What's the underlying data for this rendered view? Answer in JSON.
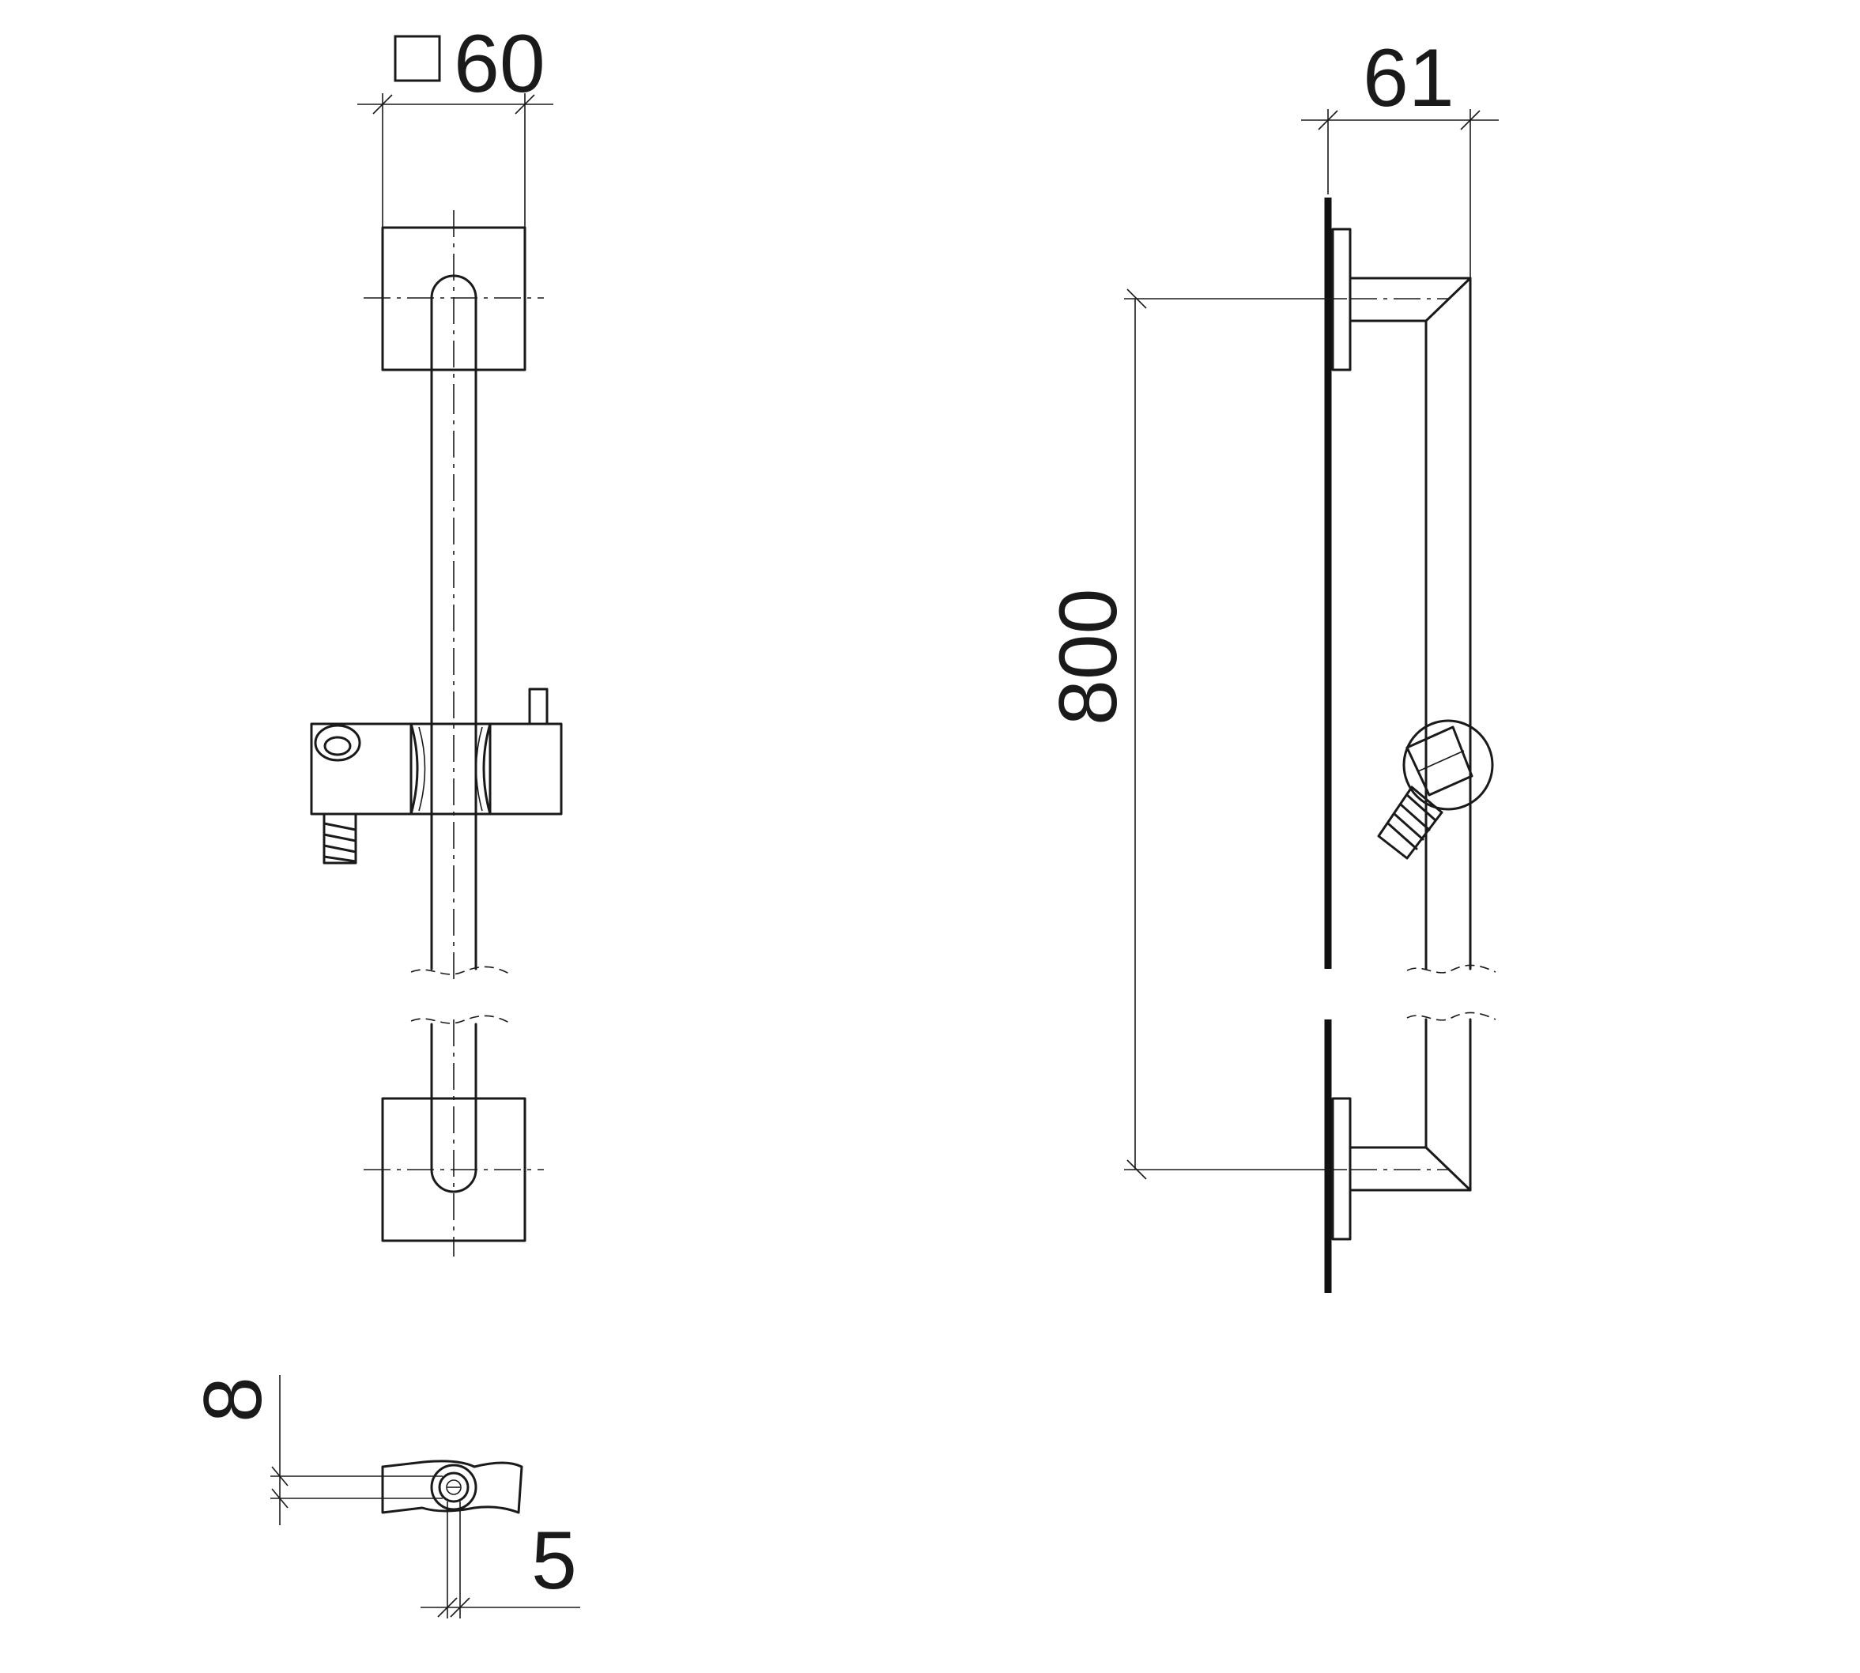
{
  "drawing": {
    "front_view": {
      "width_dimension": "60",
      "square_symbol": "square-symbol-icon"
    },
    "side_view": {
      "depth_dimension": "61",
      "height_dimension": "800"
    },
    "top_view": {
      "slider_offset_dimension": "8",
      "slider_hole_dimension": "5"
    }
  }
}
